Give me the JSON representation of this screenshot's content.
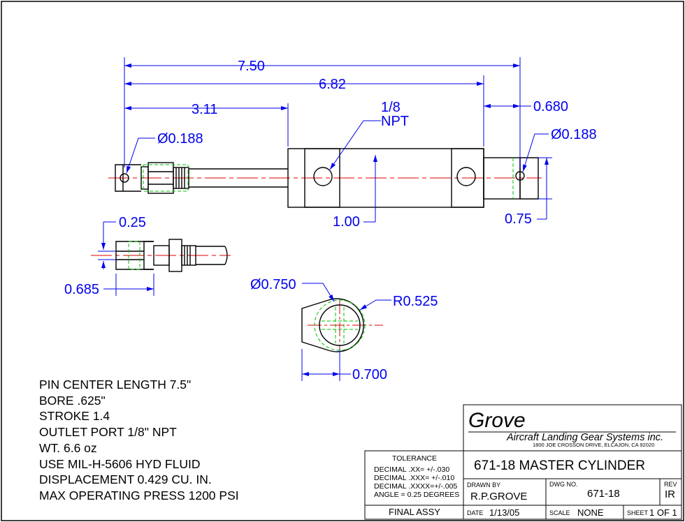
{
  "dimensions": {
    "overall": "7.50",
    "pin_to_port": "6.82",
    "rod_extension": "3.11",
    "rod_end_hole": "Ø0.188",
    "port_label": "1/8\nNPT",
    "clevis_offset": "0.680",
    "clevis_hole": "Ø0.188",
    "bore_height": "1.00",
    "clevis_height": "0.75",
    "slot_width": "0.25",
    "slot_depth": "0.685",
    "eye_bore": "Ø0.750",
    "eye_radius": "R0.525",
    "eye_width": "0.700"
  },
  "notes": [
    "PIN CENTER LENGTH 7.5\"",
    "BORE .625\"",
    "STROKE 1.4",
    "OUTLET PORT 1/8\" NPT",
    "WT. 6.6 oz",
    "USE MIL-H-5606 HYD FLUID",
    "DISPLACEMENT 0.429 CU. IN.",
    "MAX OPERATING PRESS 1200 PSI"
  ],
  "title_block": {
    "company_logo": "Grove",
    "company_name": "Aircraft Landing Gear Systems inc.",
    "address": "1800 JOE CROSSON DRIVE, ELCAJON, CA 92020",
    "tolerance_heading": "TOLERANCE",
    "tolerances": [
      "DECIMAL  .XX=  +/-.030",
      "DECIMAL  .XXX= +/-.010",
      "DECIMAL  .XXXX=+/-.005",
      "ANGLE = 0.25 DEGREES"
    ],
    "title": "671-18 MASTER CYLINDER",
    "drawn_by_label": "DRAWN  BY",
    "drawn_by": "R.P.GROVE",
    "dwg_no_label": "DWG  NO.",
    "dwg_no": "671-18",
    "rev_label": "REV",
    "rev": "IR",
    "final_assy": "FINAL ASSY",
    "date_label": "DATE",
    "date": "1/13/05",
    "scale_label": "SCALE",
    "scale": "NONE",
    "sheet_label": "SHEET",
    "sheet": "1 OF 1"
  }
}
